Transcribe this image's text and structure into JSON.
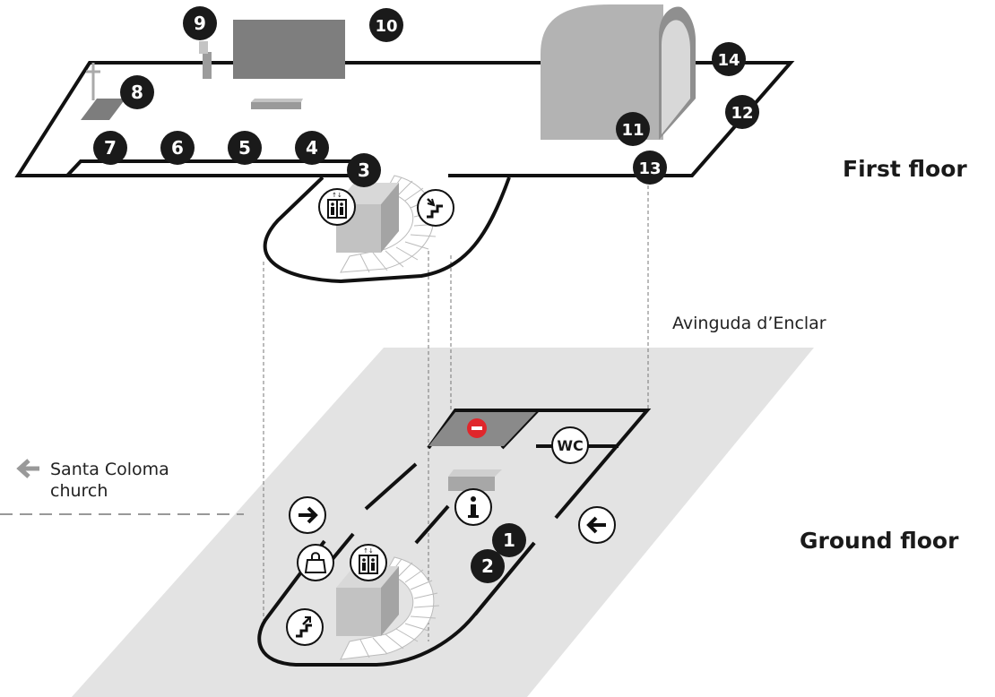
{
  "floors": {
    "first": "First floor",
    "ground": "Ground floor"
  },
  "street": "Avinguda d’Enclar",
  "church": {
    "line1": "Santa Coloma",
    "line2": "church"
  },
  "markers": [
    "1",
    "2",
    "3",
    "4",
    "5",
    "6",
    "7",
    "8",
    "9",
    "10",
    "11",
    "12",
    "13",
    "14"
  ],
  "wc_label": "WC",
  "icons": {
    "elevator": "elevator-icon",
    "stairs_up": "stairs-up-icon",
    "stairs_down": "stairs-down-icon",
    "info": "info-icon",
    "shop": "shopping-bag-icon",
    "no_entry": "no-entry-icon",
    "entrance_arrow": "arrow-left-icon",
    "exit_arrow": "arrow-right-icon",
    "direction_arrow": "arrow-left-icon"
  },
  "colors": {
    "outline": "#111111",
    "marker": "#1a1a1a",
    "ground_plate": "#e3e3e3",
    "block": "#b5b5b5",
    "no_entry": "#e0262b"
  }
}
